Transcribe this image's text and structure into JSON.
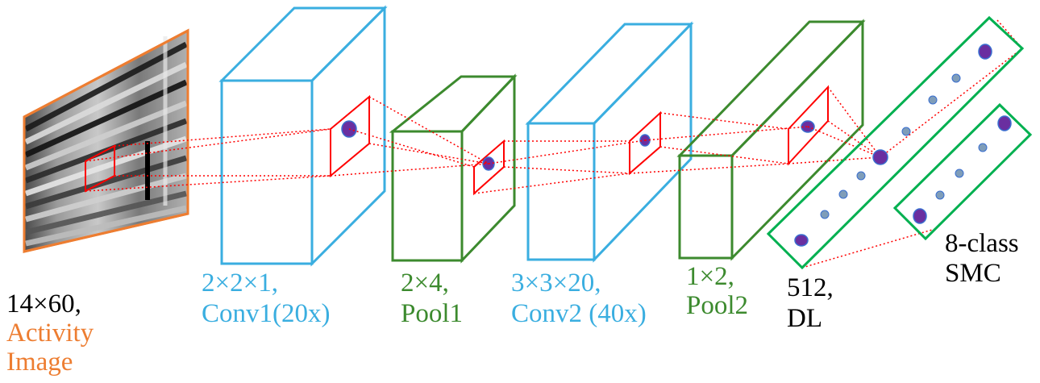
{
  "colors": {
    "input": "#ed7d31",
    "conv": "#3aaee0",
    "pool": "#3c8a2e",
    "dense": "#00b050",
    "text": "#000000",
    "highlight": "#ff0000",
    "neuron_large": "#6a2fa0",
    "neuron_small": "#7f9db9"
  },
  "layers": [
    {
      "id": "input",
      "line1": "14×60,",
      "line2": "Activity",
      "line3": "Image"
    },
    {
      "id": "conv1",
      "line1": "2×2×1,",
      "line2": "Conv1(20x)"
    },
    {
      "id": "pool1",
      "line1": "2×4,",
      "line2": "Pool1"
    },
    {
      "id": "conv2",
      "line1": "3×3×20,",
      "line2": "Conv2 (40x)"
    },
    {
      "id": "pool2",
      "line1": "1×2,",
      "line2": "Pool2"
    },
    {
      "id": "dense",
      "line1": "512,",
      "line2": "DL"
    },
    {
      "id": "output",
      "line1": "8-class",
      "line2": "SMC"
    }
  ]
}
